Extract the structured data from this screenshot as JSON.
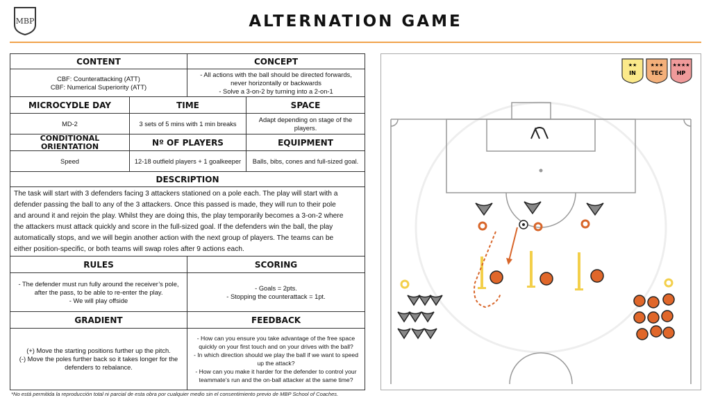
{
  "title": "ALTERNATION GAME",
  "logo_text": "MBP",
  "headers": {
    "content": "CONTENT",
    "concept": "CONCEPT",
    "microcycle": "MICROCYDLE DAY",
    "time": "TIME",
    "space": "SPACE",
    "orientation": "CONDITIONAL ORIENTATION",
    "players": "Nº OF PLAYERS",
    "equipment": "EQUIPMENT",
    "description": "DESCRIPTION",
    "rules": "RULES",
    "scoring": "SCORING",
    "gradient": "GRADIENT",
    "feedback": "FEEDBACK"
  },
  "content_lines": [
    "CBF: Counterattacking (ATT)",
    "CBF: Numerical Superiority (ATT)"
  ],
  "concept_lines": [
    "- All actions with the ball should be directed forwards,",
    "never horizontally or backwards",
    "- Solve a 3-on-2 by turning into a 2-on-1"
  ],
  "microcycle_value": "MD-2",
  "time_value": "3 sets of 5 mins with 1 min breaks",
  "space_lines": [
    "Adapt depending on stage of the",
    "players."
  ],
  "orientation_value": "Speed",
  "players_value": "12-18 outfield players + 1 goalkeeper",
  "equipment_value": "Balls, bibs, cones and full-sized goal.",
  "description_lines": [
    "The task will start with 3 defenders facing 3 attackers stationed on a pole each. The play will start with a",
    "defender passing the ball to any of the 3 attackers. Once this passed is made, they will run to their pole",
    "and around it and rejoin the play. Whilst they are doing this, the play temporarily becomes a 3-on-2 where",
    "the attackers must attack quickly and score in the full-sized goal. If the defenders win the ball, the play",
    "automatically stops, and we will begin another action with the next group of players. The teams can be",
    "either position-specific, or both teams will swap roles after 9 actions each."
  ],
  "rules_lines": [
    "- The defender must run fully around the receiver’s pole,",
    "after the pass, to be able to re-enter the play.",
    "- We will play offside"
  ],
  "scoring_lines": [
    "- Goals = 2pts.",
    "- Stopping the counterattack = 1pt."
  ],
  "gradient_lines": [
    "(+) Move the starting positions further up the pitch.",
    "(-) Move the poles further back so it takes longer for the",
    "defenders to rebalance."
  ],
  "feedback_lines": [
    "- How can you ensure you take advantage of the free space",
    "quickly on your first touch and on your drives with the ball?",
    "- In which direction should we play the ball if we want to speed",
    "up the attack?",
    "- How can you make it harder for the defender to control your",
    "teammate’s run and the on-ball attacker at the same time?"
  ],
  "footnote": "*No está permitida la reproducción total ni parcial de esta obra por cualquier medio sin el consentimiento previo de MBP School of Coaches.",
  "badges": [
    {
      "label": "IN",
      "stars": "★★",
      "color": "#fbe98a"
    },
    {
      "label": "TEC",
      "stars": "★★★",
      "color": "#f4b07a"
    },
    {
      "label": "HP",
      "stars": "★★★★",
      "color": "#f09a9a"
    }
  ],
  "colors": {
    "accent": "#f0a24a",
    "attacker": "#e0672a",
    "pole": "#f6d24e",
    "defender": "#777777"
  }
}
